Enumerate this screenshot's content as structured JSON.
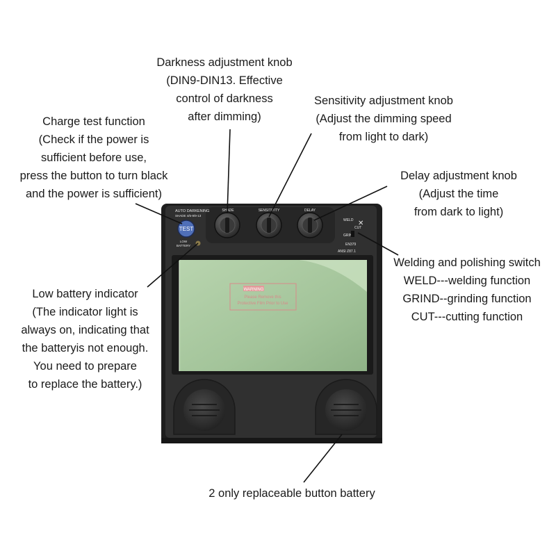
{
  "callouts": {
    "darkness": {
      "title": "Darkness adjustment knob",
      "lines": [
        "(DIN9-DIN13. Effective",
        "control of darkness",
        "after dimming)"
      ]
    },
    "sensitivity": {
      "title": "Sensitivity adjustment knob",
      "lines": [
        "(Adjust the dimming speed",
        "from light to dark)"
      ]
    },
    "charge": {
      "title": "Charge test function",
      "lines": [
        "(Check if the power is",
        "sufficient before use,",
        "press the button to turn black",
        "and the power is sufficient)"
      ]
    },
    "delay": {
      "title": "Delay adjustment knob",
      "lines": [
        "(Adjust the time",
        "from dark to light)"
      ]
    },
    "switch": {
      "title": "Welding and polishing switch",
      "lines": [
        "WELD---welding function",
        "GRIND--grinding function",
        "CUT---cutting function"
      ]
    },
    "low_battery": {
      "title": "Low battery indicator",
      "lines": [
        "(The indicator light is",
        "always on, indicating that",
        "the batteryis not enough.",
        "You need to prepare",
        "to replace the battery.)"
      ]
    },
    "battery": {
      "title": "2 only replaceable button battery"
    }
  },
  "device": {
    "brand_line1": "AUTO DARKENING",
    "brand_line2": "SHADE 4/5-9/9-13",
    "test_button": "TEST",
    "low_battery_label1": "LOW",
    "low_battery_label2": "BATTERY",
    "knob_labels": [
      "SHADE",
      "SENSITIVITY",
      "DELAY"
    ],
    "switch_labels": [
      "WELD",
      "CUT",
      "GRIND"
    ],
    "standards": [
      "EN379",
      "ANSI Z87.1"
    ],
    "warning_title": "WARNING",
    "warning_lines": [
      "Please Remove this",
      "Protective Film Prior to Use"
    ]
  },
  "colors": {
    "housing": "#2f2f2f",
    "lens": "#a9c7a0",
    "test_button": "#4f6fb8"
  }
}
